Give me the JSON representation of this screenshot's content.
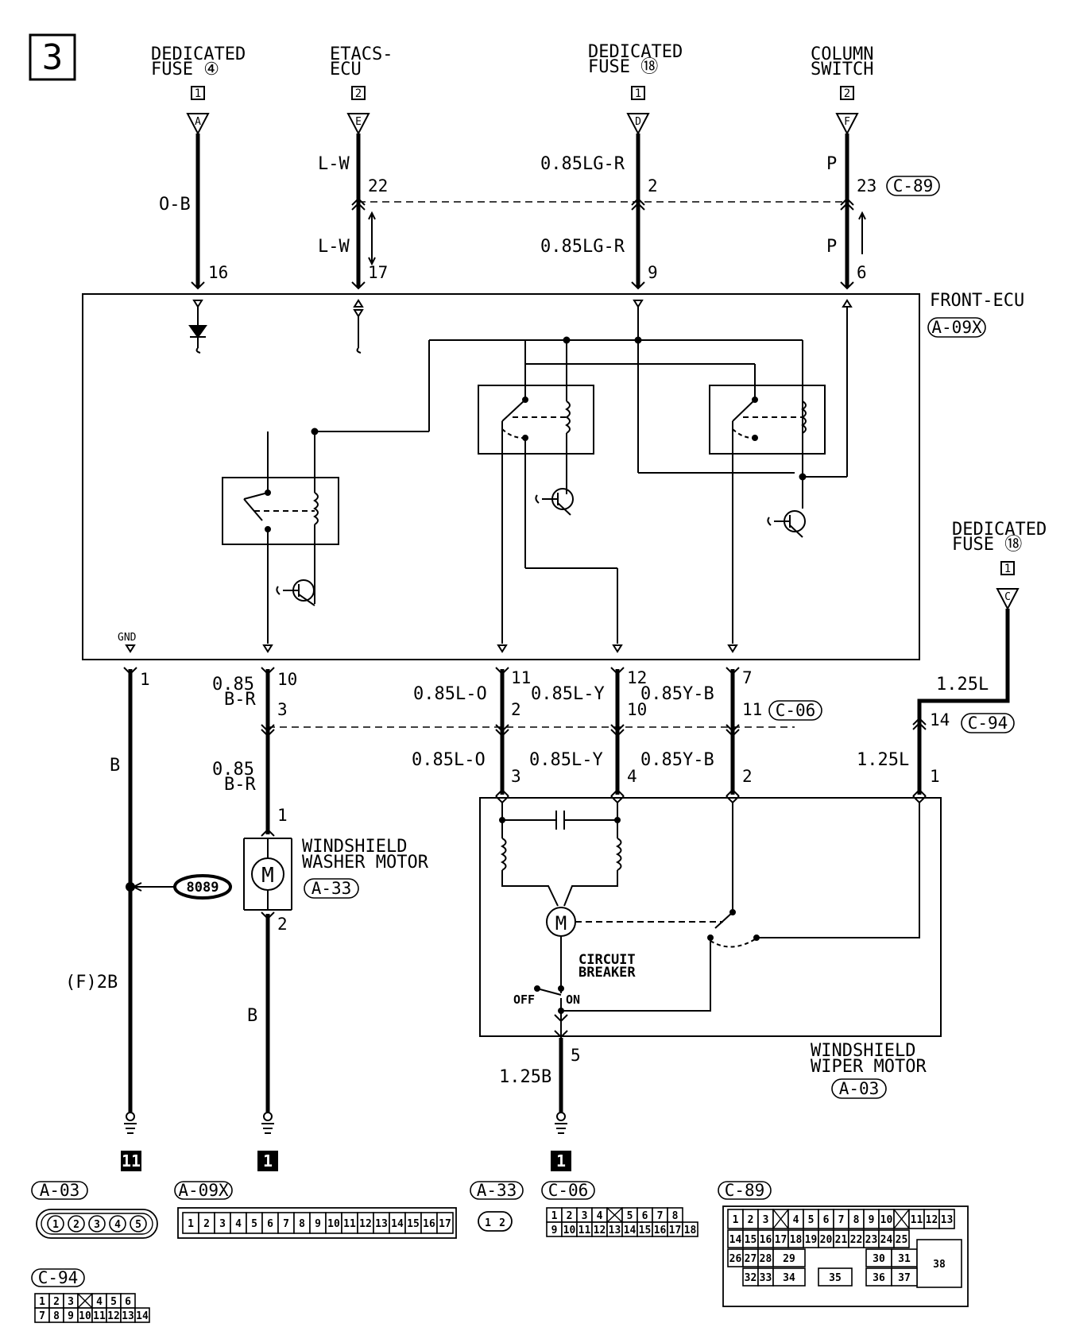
{
  "page_number": "3",
  "sources": [
    {
      "name": [
        "DEDICATED",
        "FUSE ④"
      ],
      "ref": "1",
      "letter": "A"
    },
    {
      "name": [
        "ETACS-",
        "ECU"
      ],
      "ref": "2",
      "letter": "E"
    },
    {
      "name": [
        "DEDICATED",
        "FUSE ⑱"
      ],
      "ref": "1",
      "letter": "D"
    },
    {
      "name": [
        "COLUMN",
        "SWITCH"
      ],
      "ref": "2",
      "letter": "F"
    },
    {
      "name": [
        "DEDICATED",
        "FUSE ⑱"
      ],
      "ref": "1",
      "letter": "C"
    }
  ],
  "upper_wires": {
    "w1": {
      "color": "O-B",
      "pin": "16"
    },
    "w2": {
      "color_top": "L-W",
      "pin_top": "22",
      "color_bot": "L-W",
      "pin_bot": "17"
    },
    "w3": {
      "color_top": "0.85LG-R",
      "pin_top": "2",
      "color_bot": "0.85LG-R",
      "pin_bot": "9"
    },
    "w4": {
      "color_top": "P",
      "pin_top": "23",
      "connector": "C-89",
      "color_bot": "P",
      "pin_bot": "6"
    }
  },
  "front_ecu": {
    "name": "FRONT-ECU",
    "connector": "A-09X",
    "gnd_label": "GND"
  },
  "lower_wires": {
    "gnd": {
      "pin": "1",
      "color": "B",
      "splice": "8089",
      "bottom": "(F)2B",
      "ground_ref": "11"
    },
    "washer": {
      "pin_ecu": "10",
      "color1": [
        "0.85",
        "B-R"
      ],
      "pin_conn": "3",
      "color2": [
        "0.85",
        "B-R"
      ],
      "pin_motor_in": "1",
      "pin_motor_out": "2",
      "color3": "B",
      "ground_ref": "1"
    },
    "w11": {
      "pin_ecu": "11",
      "color": "0.85L-O",
      "pin_conn": "2",
      "color2": "0.85L-O",
      "pin_motor": "3"
    },
    "w12": {
      "pin_ecu": "12",
      "color": "0.85L-Y",
      "pin_conn": "10",
      "color2": "0.85L-Y",
      "pin_motor": "4"
    },
    "w7": {
      "pin_ecu": "7",
      "color": "0.85Y-B",
      "pin_conn": "11",
      "connector": "C-06",
      "color2": "0.85Y-B",
      "pin_motor": "2"
    },
    "wfuse": {
      "color_top": "1.25L",
      "pin_conn": "14",
      "connector": "C-94",
      "color_bot": "1.25L",
      "pin_motor": "1"
    },
    "wiper_gnd": {
      "pin": "5",
      "color": "1.25B",
      "ground_ref": "1"
    }
  },
  "washer_motor": {
    "name": [
      "WINDSHIELD",
      "WASHER MOTOR"
    ],
    "connector": "A-33"
  },
  "wiper_motor": {
    "name": [
      "WINDSHIELD",
      "WIPER MOTOR"
    ],
    "connector": "A-03",
    "breaker": [
      "CIRCUIT",
      "BREAKER"
    ],
    "off": "OFF",
    "on": "ON"
  },
  "connectors": {
    "a03": {
      "label": "A-03",
      "pins": [
        "1",
        "2",
        "3",
        "4",
        "5"
      ]
    },
    "a09x": {
      "label": "A-09X",
      "pins": [
        "1",
        "2",
        "3",
        "4",
        "5",
        "6",
        "7",
        "8",
        "9",
        "10",
        "11",
        "12",
        "13",
        "14",
        "15",
        "16",
        "17"
      ]
    },
    "a33": {
      "label": "A-33",
      "pins": [
        "1",
        "2"
      ]
    },
    "c06": {
      "label": "C-06",
      "row1": [
        "1",
        "2",
        "3",
        "4",
        "",
        "5",
        "6",
        "7",
        "8"
      ],
      "row2": [
        "9",
        "10",
        "11",
        "12",
        "13",
        "14",
        "15",
        "16",
        "17",
        "18"
      ]
    },
    "c89": {
      "label": "C-89",
      "row1": [
        "1",
        "2",
        "3",
        "",
        "4",
        "5",
        "6",
        "7",
        "8",
        "9",
        "10",
        "",
        "11",
        "12",
        "13"
      ],
      "row2": [
        "14",
        "15",
        "16",
        "17",
        "18",
        "19",
        "20",
        "21",
        "22",
        "23",
        "24",
        "25"
      ],
      "row3": [
        "26",
        "27",
        "28",
        "29",
        "30",
        "31",
        "38"
      ],
      "row4": [
        "32",
        "33",
        "34",
        "35",
        "36",
        "37"
      ]
    },
    "c94": {
      "label": "C-94",
      "row1": [
        "1",
        "2",
        "3",
        "",
        "4",
        "5",
        "6"
      ],
      "row2": [
        "7",
        "8",
        "9",
        "10",
        "11",
        "12",
        "13",
        "14"
      ]
    }
  }
}
